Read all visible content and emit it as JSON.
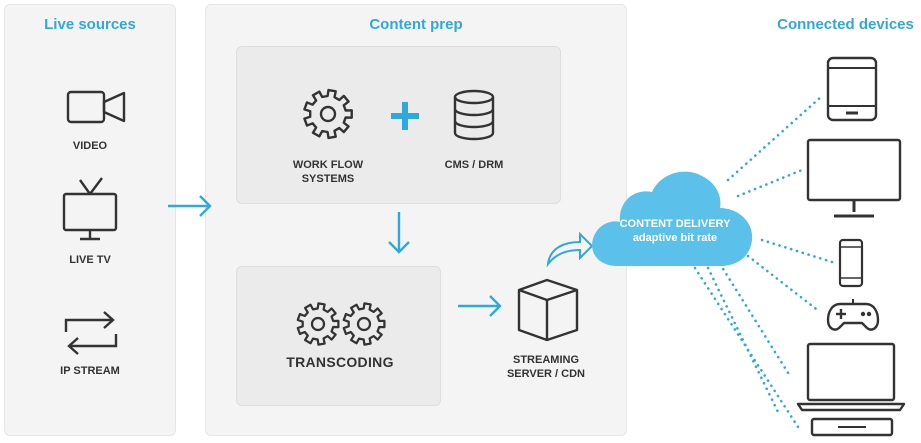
{
  "sections": {
    "live_sources": "Live sources",
    "content_prep": "Content prep",
    "connected_devices": "Connected devices"
  },
  "sources": {
    "video": "VIDEO",
    "live_tv": "LIVE TV",
    "ip_stream": "IP STREAM"
  },
  "prep": {
    "workflow_line1": "WORK FLOW",
    "workflow_line2": "SYSTEMS",
    "cms_drm": "CMS / DRM",
    "transcoding": "TRANSCODING"
  },
  "streaming": {
    "line1": "STREAMING",
    "line2": "SERVER / CDN"
  },
  "cloud": {
    "line1": "CONTENT DELIVERY",
    "line2": "adaptive bit rate"
  },
  "devices": [
    "tablet-icon",
    "monitor-icon",
    "phone-icon",
    "gamepad-icon",
    "laptop-icon",
    "set-top-box-icon"
  ],
  "colors": {
    "accent": "#2fa9dc",
    "cloud": "#5bc1ea",
    "icon": "#333333"
  }
}
